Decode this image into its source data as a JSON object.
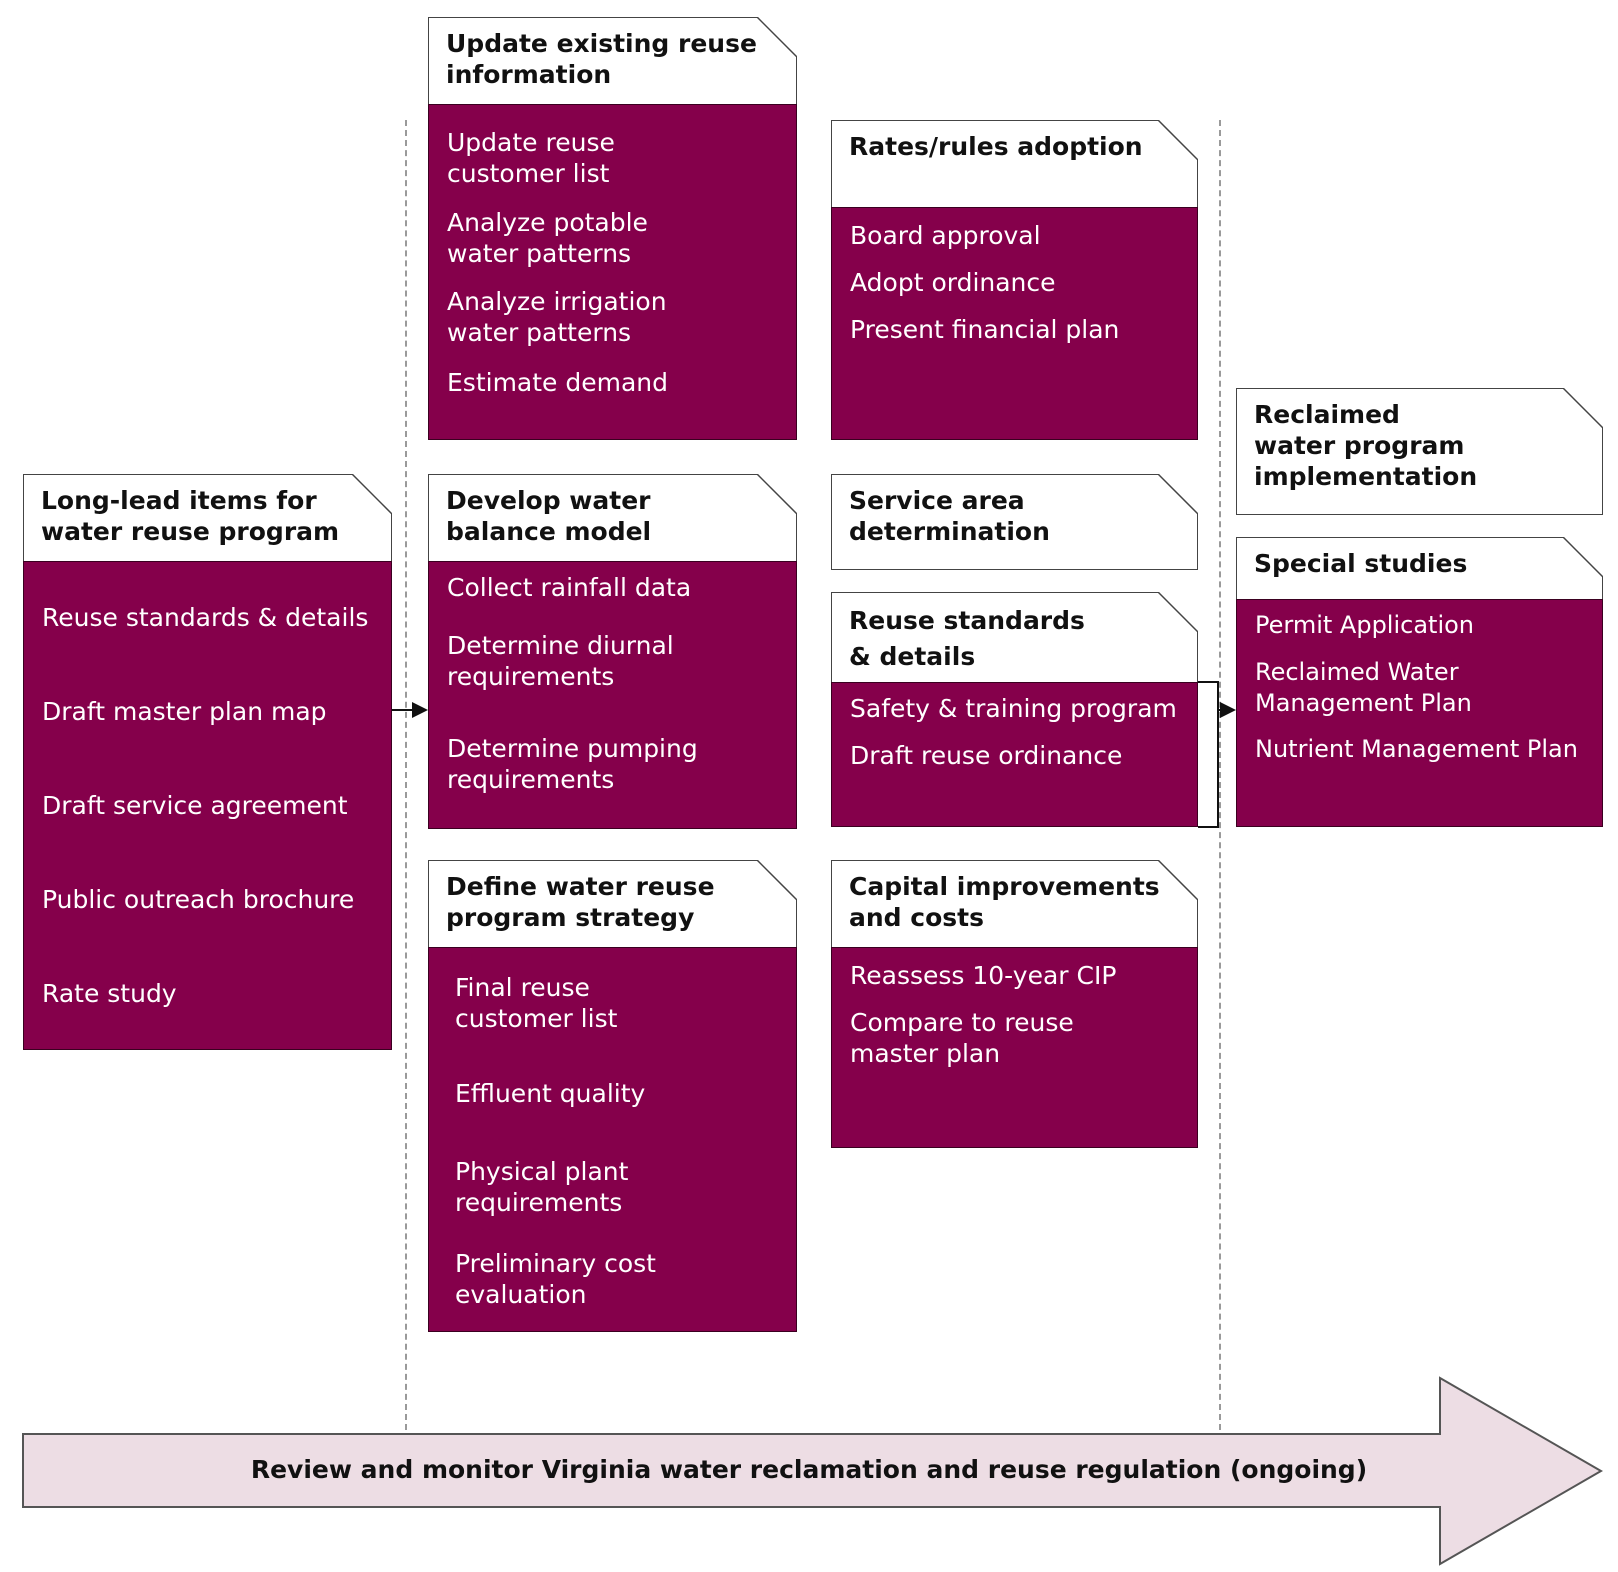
{
  "diagram": {
    "columns": [
      {
        "cards": [
          {
            "title": "Long-lead items for\nwater reuse program",
            "items": [
              "Reuse standards & details",
              "Draft master plan map",
              "Draft service agreement",
              "Public outreach brochure",
              "Rate study"
            ]
          }
        ]
      },
      {
        "cards": [
          {
            "title": "Update existing reuse\ninformation",
            "items": [
              "Update reuse\ncustomer list",
              "Analyze potable\nwater patterns",
              "Analyze irrigation\nwater patterns",
              "Estimate demand"
            ]
          },
          {
            "title": "Develop water\nbalance model",
            "items": [
              "Collect rainfall data",
              "Determine diurnal\nrequirements",
              "Determine pumping\nrequirements"
            ]
          },
          {
            "title": "Define water reuse\nprogram strategy",
            "items": [
              "Final reuse\ncustomer list",
              "Effluent quality",
              "Physical plant\nrequirements",
              "Preliminary cost\nevaluation"
            ]
          }
        ]
      },
      {
        "cards": [
          {
            "title": "Rates/rules adoption",
            "items": [
              "Board approval",
              "Adopt ordinance",
              "Present financial plan"
            ]
          },
          {
            "title": "Service area\ndetermination",
            "items": []
          },
          {
            "title": "Reuse standards\n& details",
            "items": [
              "Safety & training program",
              "Draft reuse ordinance"
            ]
          },
          {
            "title": "Capital improvements\nand costs",
            "items": [
              "Reassess 10-year CIP",
              "Compare to reuse\nmaster plan"
            ]
          }
        ]
      },
      {
        "cards": [
          {
            "title": "Reclaimed\nwater program\nimplementation",
            "items": []
          },
          {
            "title": "Special studies",
            "items": [
              "Permit Application",
              "Reclaimed Water\nManagement  Plan",
              "Nutrient Management Plan"
            ]
          }
        ]
      }
    ],
    "timeline_label": "Review and monitor Virginia water reclamation and reuse regulation (ongoing)",
    "colors": {
      "card_body": "#85004b",
      "card_header": "#ffffff",
      "arrow_fill": "#eddde4",
      "arrow_stroke": "#555555"
    }
  }
}
